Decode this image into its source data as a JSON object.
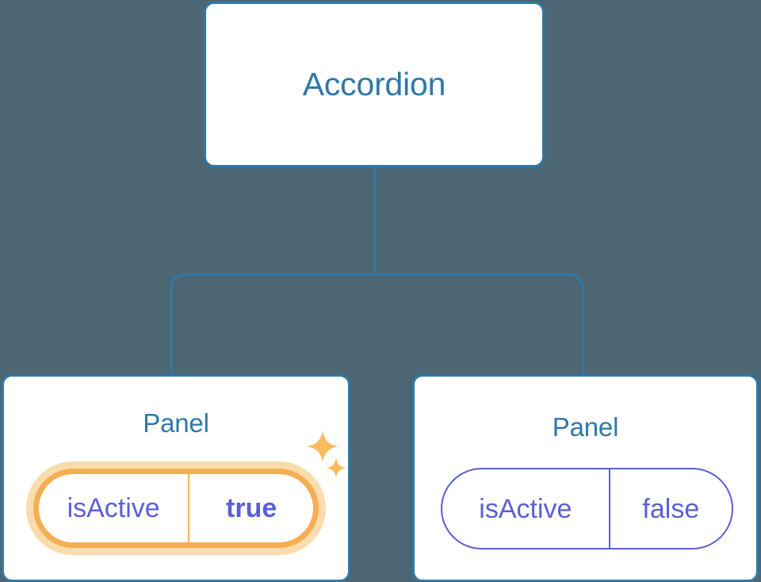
{
  "diagram": {
    "type": "component-tree",
    "background_color": "#4c6773",
    "accent_color": "#2e79a8",
    "prop_color": "#5b5fd6",
    "highlight_color": "#f5ae52",
    "highlight_glow_color": "#fbdcae"
  },
  "nodes": {
    "root": {
      "title": "Accordion"
    },
    "children": [
      {
        "title": "Panel",
        "prop": {
          "key": "isActive",
          "value": "true",
          "highlighted": true,
          "value_bold": true
        },
        "sparkles": [
          {
            "name": "sparkle-large"
          },
          {
            "name": "sparkle-small"
          }
        ]
      },
      {
        "title": "Panel",
        "prop": {
          "key": "isActive",
          "value": "false",
          "highlighted": false,
          "value_bold": false
        }
      }
    ]
  }
}
